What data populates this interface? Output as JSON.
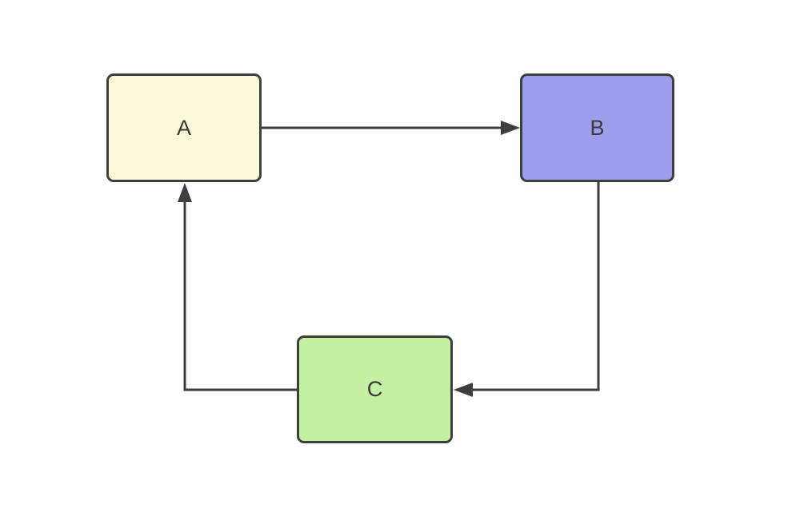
{
  "theme": {
    "background": "#ffffff",
    "stroke": "#3e3e3e",
    "label": "#3a3a3a"
  },
  "diagram": {
    "type": "flowchart",
    "nodes": [
      {
        "id": "A",
        "label": "A",
        "fill": "#fbf8d8",
        "position": "top-left"
      },
      {
        "id": "B",
        "label": "B",
        "fill": "#9d9dea",
        "position": "top-right"
      },
      {
        "id": "C",
        "label": "C",
        "fill": "#c5efa2",
        "position": "bottom-center"
      }
    ],
    "edges": [
      {
        "from": "A",
        "to": "B",
        "route": "straight-right",
        "arrow": "into-B-left"
      },
      {
        "from": "B",
        "to": "C",
        "route": "down-then-left",
        "arrow": "into-C-right"
      },
      {
        "from": "C",
        "to": "A",
        "route": "left-then-up",
        "arrow": "into-A-bottom"
      }
    ]
  }
}
